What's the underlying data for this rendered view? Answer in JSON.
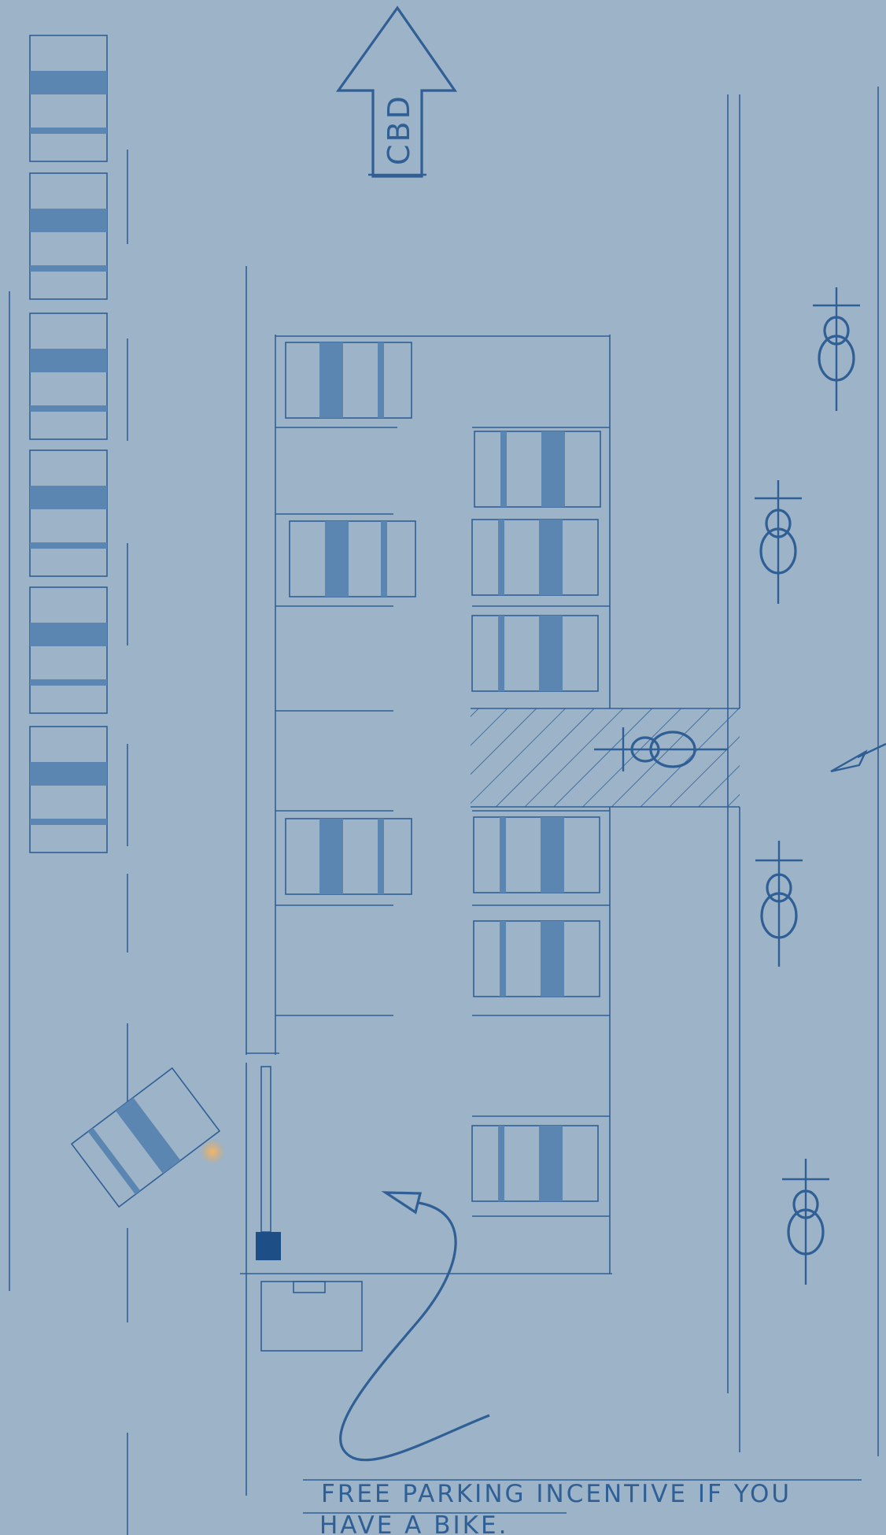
{
  "direction_sign": {
    "label": "CBD"
  },
  "note": {
    "line1": "FREE PARKING INCENTIVE IF YOU",
    "line2": "HAVE A BIKE."
  },
  "colors": {
    "background": "#9db3c8",
    "ink": "#2f5f95",
    "car_glass": "#5c86b2",
    "cursor_glow": "#e4a65a"
  },
  "icons": [
    "up-arrow-icon",
    "car-icon",
    "bicycle-icon",
    "crosswalk-hatch",
    "route-arrow-icon",
    "gate-barrier-icon"
  ]
}
